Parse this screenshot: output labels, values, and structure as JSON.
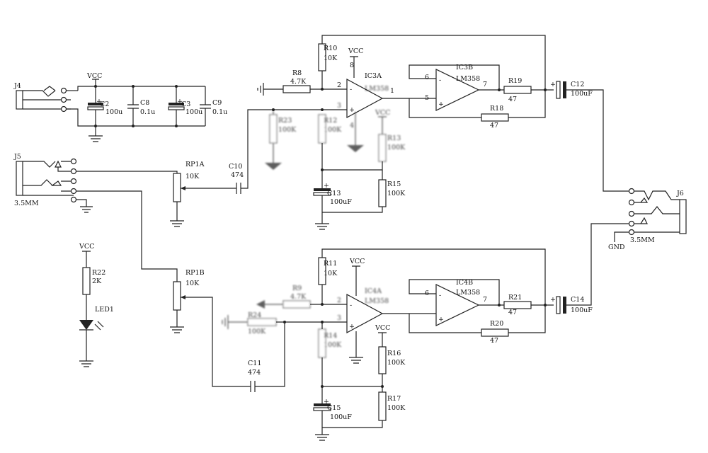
{
  "labels": {
    "j4": "J4",
    "j5": "J5",
    "j6": "J6",
    "jack_j5": "3.5MM",
    "jack_j6": "3.5MM",
    "gnd": "GND",
    "vcc": "VCC",
    "c2": "C2",
    "c2v": "100u",
    "c8": "C8",
    "c8v": "0.1u",
    "c3": "C3",
    "c3v": "100u",
    "c9": "C9",
    "c9v": "0.1u",
    "rp1a": "RP1A",
    "rp1av": "10K",
    "rp1b": "RP1B",
    "rp1bv": "10K",
    "r22": "R22",
    "r22v": "2K",
    "led1": "LED1",
    "c10": "C10",
    "c10v": "474",
    "c11": "C11",
    "c11v": "474",
    "r8": "R8",
    "r8v": "4.7K",
    "r9": "R9",
    "r9v": "4.7K",
    "r10": "R10",
    "r10v": "10K",
    "r11": "R11",
    "r11v": "10K",
    "r23": "R23",
    "r23v": "100K",
    "r24": "R24",
    "r24v": "100K",
    "r12": "R12",
    "r12v": "100K",
    "r14": "R14",
    "r14v": "100K",
    "r13": "R13",
    "r13v": "100K",
    "r16": "R16",
    "r16v": "100K",
    "r15": "R15",
    "r15v": "100K",
    "r17": "R17",
    "r17v": "100K",
    "c13": "C13",
    "c13v": "100uF",
    "c15": "C15",
    "c15v": "100uF",
    "ic3a": "IC3A",
    "ic3a_part": "LM358",
    "ic4a": "IC4A",
    "ic4a_part": "LM358",
    "ic3b": "IC3B",
    "ic3b_part": "LM358",
    "ic4b": "IC4B",
    "ic4b_part": "LM358",
    "r19": "R19",
    "r19v": "47",
    "r18": "R18",
    "r18v": "47",
    "r21": "R21",
    "r21v": "47",
    "r20": "R20",
    "r20v": "47",
    "c12": "C12",
    "c12v": "100uF",
    "c14": "C14",
    "c14v": "100uF",
    "pin1": "1",
    "pin2": "2",
    "pin3": "3",
    "pin4": "4",
    "pin5": "5",
    "pin6": "6",
    "pin7": "7",
    "pin8": "8",
    "plus": "+",
    "minus": "-"
  }
}
